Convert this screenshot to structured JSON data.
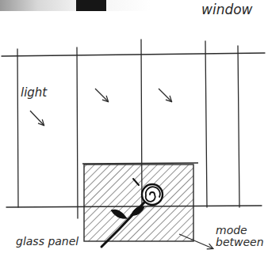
{
  "diagram": {
    "labels": [
      "window",
      "light",
      "glass panel",
      "mode between"
    ]
  }
}
